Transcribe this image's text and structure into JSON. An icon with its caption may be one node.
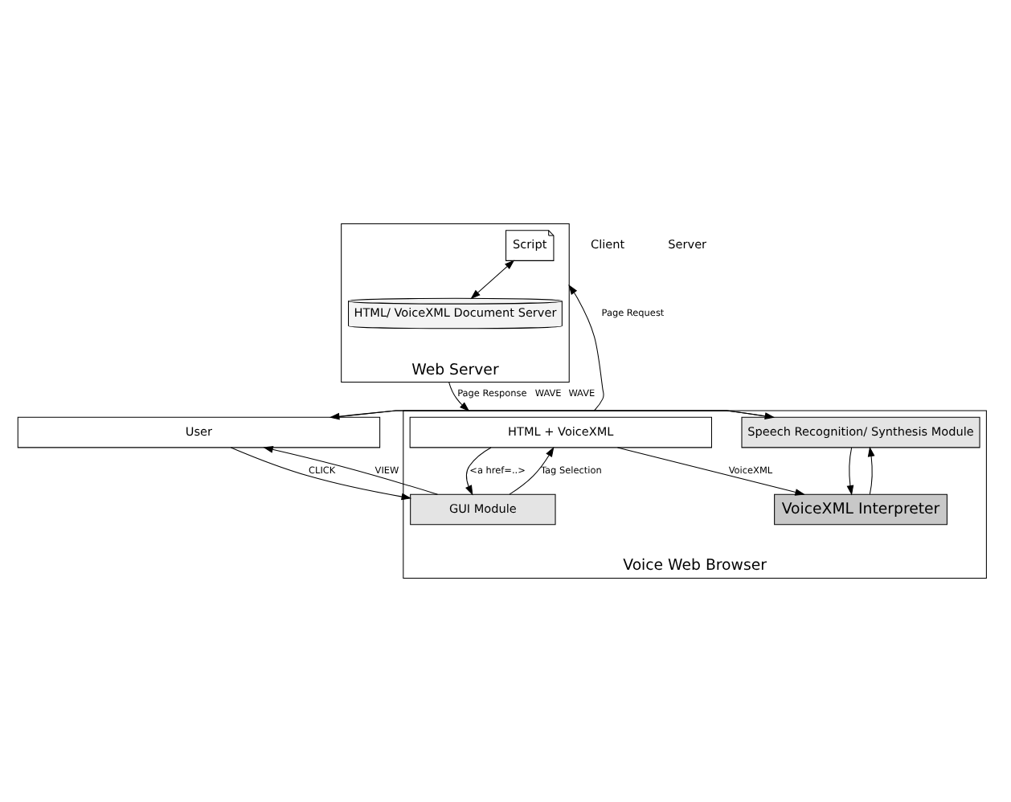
{
  "diagram": {
    "nodes": [
      {
        "text": [
          "User"
        ]
      },
      {
        "text": [
          "Voice Web Browser"
        ]
      },
      {
        "text": [
          "Speech Recognition/ Synthesis Module"
        ],
        "in": 1
      },
      {
        "text": [
          "GUI Module"
        ],
        "in": 1
      },
      {
        "text": [
          "VoiceXML Interpreter"
        ],
        "in": 1
      },
      {
        "text": [
          "HTML + VoiceXML"
        ],
        "in": 1
      },
      {
        "text": [
          "Web Server"
        ]
      },
      {
        "text": [
          "Script"
        ],
        "in": 6
      },
      {
        "text": [
          "HTML/ VoiceXML Document Server"
        ],
        "in": 6
      }
    ],
    "edges": [
      {
        "from": 0,
        "to": 2,
        "arrow": "to",
        "label": "WAVE"
      },
      {
        "from": 2,
        "to": 0,
        "arrow": "to",
        "label": "WAVE"
      },
      {
        "from": 0,
        "to": 3,
        "arrow": "to",
        "label": "CLICK"
      },
      {
        "from": 3,
        "to": 0,
        "arrow": "to",
        "label": "VIEW"
      },
      {
        "from": 2,
        "to": 4,
        "arrow": "to"
      },
      {
        "from": 4,
        "to": 2,
        "arrow": "to"
      },
      {
        "from": 3,
        "to": 5,
        "arrow": "to",
        "label": "Tag Selection"
      },
      {
        "from": 5,
        "to": 3,
        "arrow": "to",
        "label": "<a href=..>"
      },
      {
        "from": 5,
        "to": 4,
        "arrow": "to",
        "label": "VoiceXML"
      },
      {
        "from": 1,
        "to": 6,
        "arrow": "to",
        "label": "Page Request"
      },
      {
        "from": 6,
        "to": 1,
        "arrow": "to",
        "label": "Page Response"
      },
      {
        "from": 7,
        "to": 8,
        "arrow": "both"
      }
    ],
    "labels": [
      "Client",
      "Server"
    ]
  }
}
